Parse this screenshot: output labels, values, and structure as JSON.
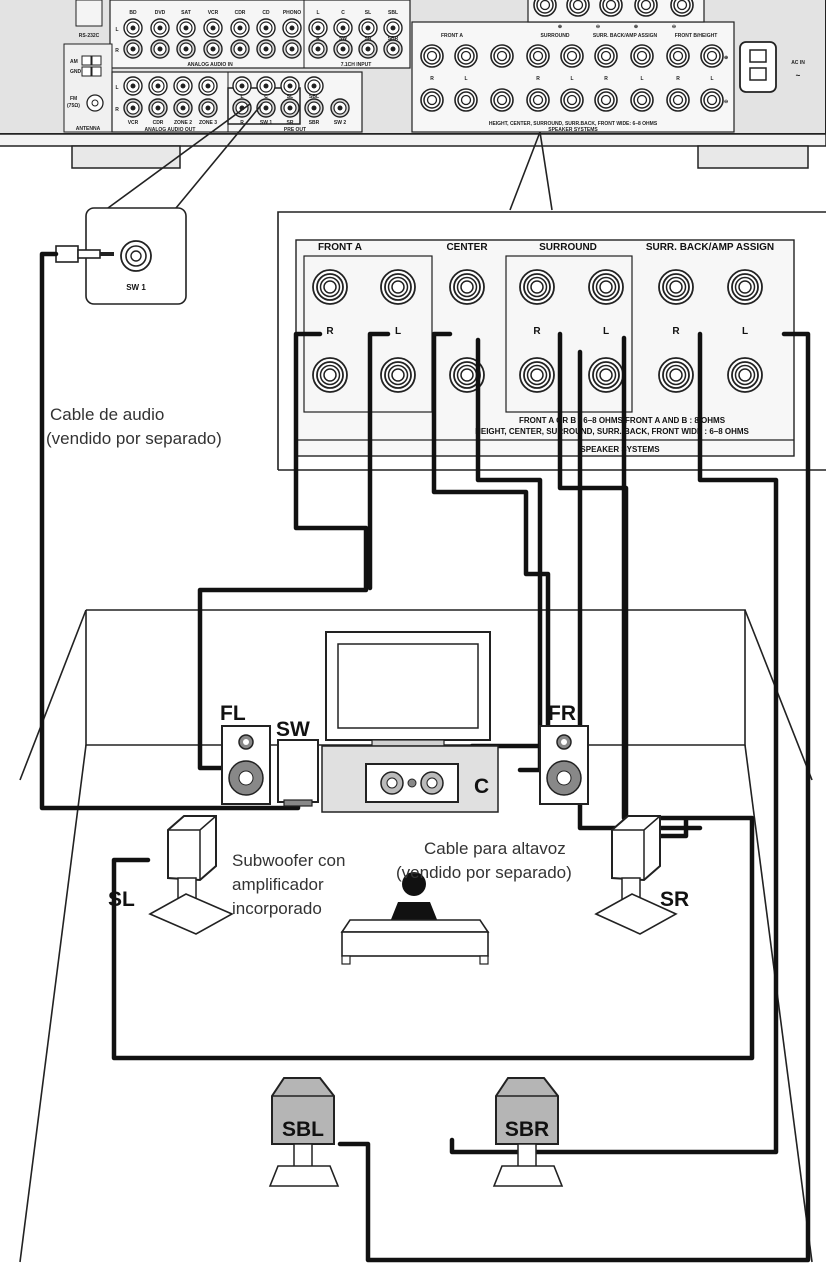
{
  "receiver": {
    "analog_in_inputs": [
      "BD",
      "DVD",
      "SAT",
      "VCR",
      "CDR",
      "CD",
      "PHONO"
    ],
    "analog_in_title": "ANALOG AUDIO IN",
    "ch71_inputs": [
      "L",
      "C",
      "SL",
      "SBL"
    ],
    "ch71_inputs_r": [
      "R",
      "SW",
      "SR",
      "SBR"
    ],
    "ch71_title": "7.1CH INPUT",
    "rs232c": "RS-232C",
    "am": "AM",
    "gnd": "GND",
    "fm": "FM",
    "fm_ohm": "(75Ω)",
    "antenna": "ANTENNA",
    "out_labels": [
      "VCR",
      "CDR",
      "ZONE 2",
      "ZONE 3"
    ],
    "analog_out_title": "ANALOG AUDIO OUT",
    "preout_top": [
      "L",
      "C",
      "SL",
      "SBL"
    ],
    "preout_bottom": [
      "R",
      "SW 1",
      "SR",
      "SBR",
      "SW 2"
    ],
    "preout_title": "PRE OUT",
    "spk_top_labels": [
      "FRONT A",
      "SURROUND",
      "SURR. BACK/AMP ASSIGN",
      "FRONT B/HEIGHT"
    ],
    "spk_footer": "HEIGHT, CENTER, SURROUND, SURR.BACK, FRONT WIDE: 6–8 OHMS",
    "spk_title": "SPEAKER SYSTEMS",
    "ac_in": "AC IN",
    "ac_symbol": "~",
    "lr_r": "R",
    "lr_l": "L"
  },
  "callout_sw": {
    "label": "SW 1"
  },
  "callout_speakers": {
    "headers": [
      "FRONT A",
      "CENTER",
      "SURROUND",
      "SURR. BACK/AMP ASSIGN"
    ],
    "channel_labels": [
      "R",
      "L",
      "R",
      "L",
      "R",
      "L"
    ],
    "impedance_line1": "FRONT A  OR  B : 6–8 OHMS      FRONT A  AND  B : 8 OHMS",
    "impedance_line2": "HEIGHT, CENTER, SURROUND, SURR. BACK, FRONT WIDE : 6–8 OHMS",
    "title": "SPEAKER SYSTEMS"
  },
  "captions": {
    "audio_cable_1": "Cable de audio",
    "audio_cable_2": "(vendido por separado)",
    "subwoofer_1": "Subwoofer con",
    "subwoofer_2": "amplificador",
    "subwoofer_3": "incorporado",
    "speaker_cable_1": "Cable para altavoz",
    "speaker_cable_2": "(vendido por separado)"
  },
  "speakers": {
    "fl": "FL",
    "sw": "SW",
    "fr": "FR",
    "c": "C",
    "sl": "SL",
    "sr": "SR",
    "sbl": "SBL",
    "sbr": "SBR"
  },
  "symbols": {
    "plus": "⊕",
    "minus": "⊖"
  }
}
